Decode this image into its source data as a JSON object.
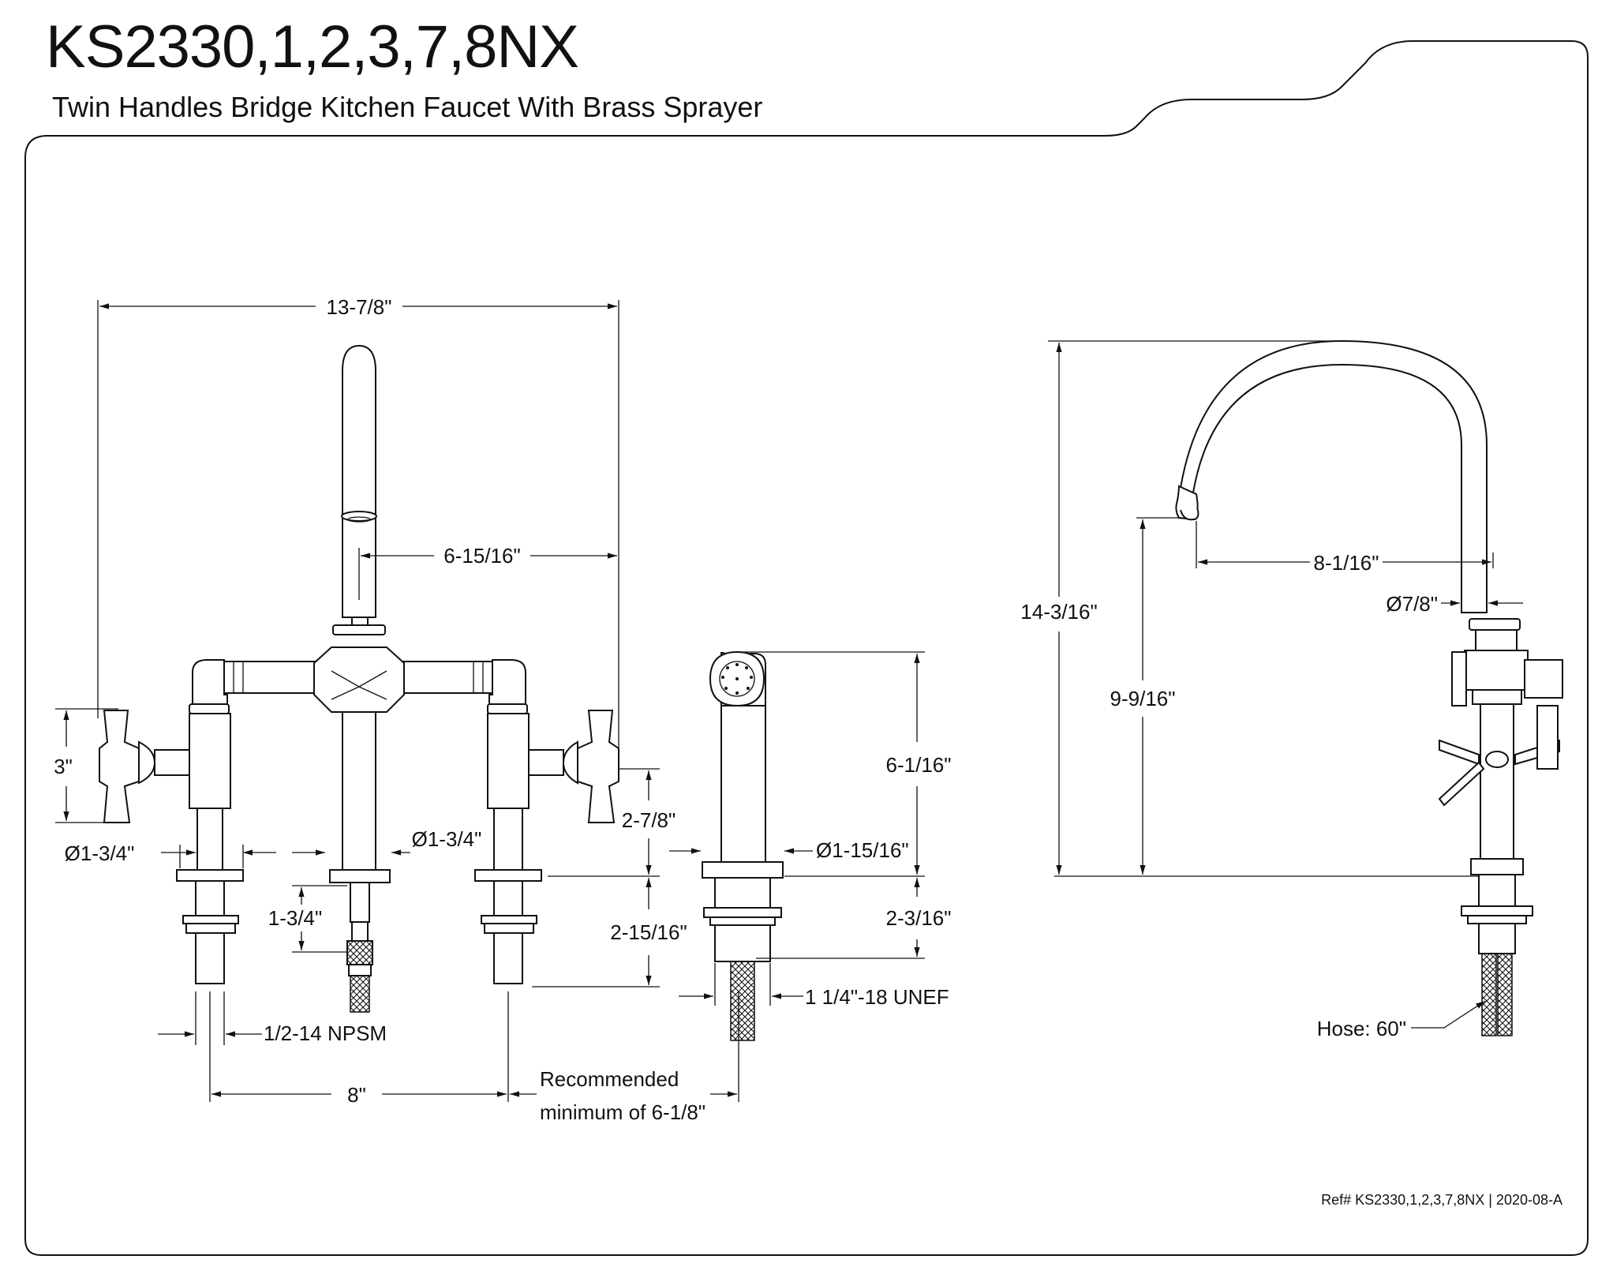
{
  "header": {
    "title": "KS2330,1,2,3,7,8NX",
    "subtitle": "Twin Handles Bridge Kitchen Faucet With Brass Sprayer"
  },
  "footer": {
    "ref": "Ref# KS2330,1,2,3,7,8NX | 2020-08-A"
  },
  "dimensions": {
    "overall_width": "13-7/8\"",
    "spout_reach_front": "6-15/16\"",
    "handle_height": "3\"",
    "base_diameter_left": "Ø1-3/4\"",
    "base_diameter_center": "Ø1-3/4\"",
    "shank_length_center": "1-3/4\"",
    "handle_to_deck": "2-7/8\"",
    "shank_length": "2-15/16\"",
    "thread_valve": "1/2-14 NPSM",
    "center_spacing": "8\"",
    "sprayer_spacing_line1": "Recommended",
    "sprayer_spacing_line2": "minimum of 6-1/8\"",
    "sprayer_height": "6-1/16\"",
    "sprayer_base_diameter": "Ø1-15/16\"",
    "sprayer_shank": "2-3/16\"",
    "sprayer_thread": "1 1/4\"-18 UNEF",
    "overall_height": "14-3/16\"",
    "spout_height": "9-9/16\"",
    "spout_reach_side": "8-1/16\"",
    "spout_diameter": "Ø7/8\"",
    "hose": "Hose: 60\""
  }
}
